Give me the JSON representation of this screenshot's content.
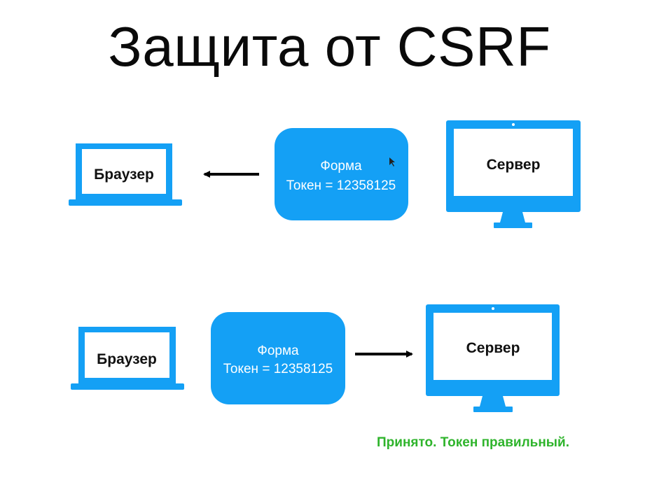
{
  "slide": {
    "title": "Защита от CSRF",
    "status": "Принято. Токен правильный."
  },
  "colors": {
    "accent": "#14a0f5",
    "title": "#0a0a0a",
    "status": "#2fb42c",
    "arrow": "#000000"
  },
  "row1": {
    "browser_label": "Браузер",
    "form_title": "Форма",
    "form_token": "Токен = 12358125",
    "server_label": "Сервер",
    "arrow_direction": "left"
  },
  "row2": {
    "browser_label": "Браузер",
    "form_title": "Форма",
    "form_token": "Токен = 12358125",
    "server_label": "Сервер",
    "arrow_direction": "right"
  }
}
